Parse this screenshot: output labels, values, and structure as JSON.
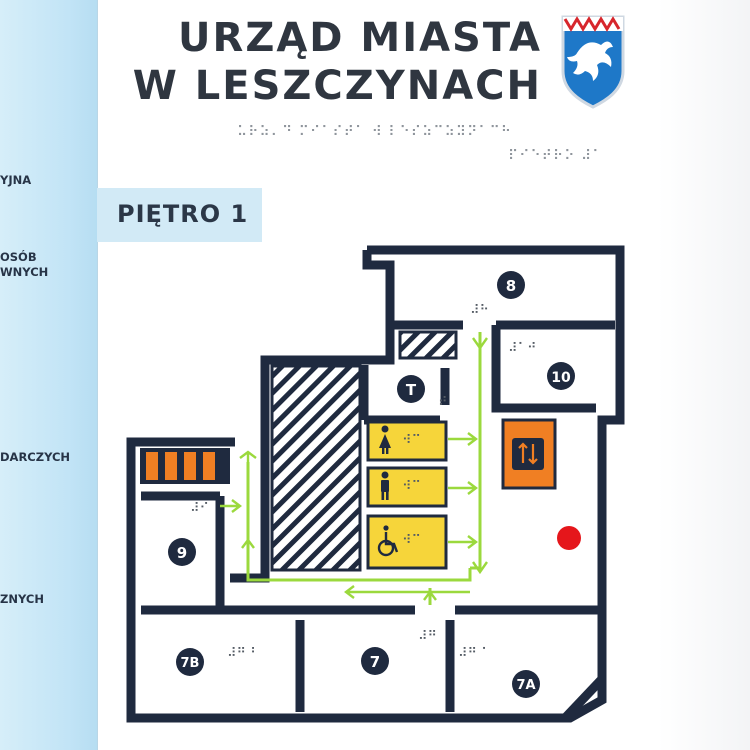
{
  "sidebar": {
    "items": [
      {
        "label": "YJNA"
      },
      {
        "label": "OSÓB\nWNYCH"
      },
      {
        "label": "DARCZYCH"
      },
      {
        "label": "ZNYCH"
      }
    ]
  },
  "header": {
    "title": "URZĄD MIASTA\nW LESZCZYNACH",
    "braille_line1": "⠥⠗⠵⠄⠙ ⠍⠊⠁⠎⠞⠁ ⠺ ⠇⠑⠎⠵⠉⠵⠽⠝⠁⠉⠓",
    "braille_line2": "⠏⠊⠑⠞⠗⠕ ⠼⠁"
  },
  "floor": {
    "label": "PIĘTRO 1"
  },
  "rooms": {
    "r8": "8",
    "r10": "10",
    "rT": "T",
    "r9": "9",
    "r7B": "7B",
    "r7": "7",
    "r7A": "7A"
  },
  "braille_marks": {
    "b8": "⠼⠓",
    "b10": "⠼⠁⠚",
    "bT": "⠞",
    "bwc1": "⠺⠉",
    "bwc2": "⠺⠉",
    "bwc3": "⠺⠉",
    "b9": "⠼⠊",
    "b7B": "⠼⠛ ⠃",
    "b7": "⠼⠛",
    "b7A": "⠼⠛ ⠁"
  },
  "icons": {
    "women": "women-toilet-icon",
    "men": "men-toilet-icon",
    "accessible": "accessible-toilet-icon",
    "elevator": "elevator-icon",
    "crest": "city-crest-icon"
  },
  "colors": {
    "wall": "#1f2a3f",
    "route": "#9bd93d",
    "toilet": "#f6d53a",
    "elevator": "#f07f23",
    "stairs": "#f07f23",
    "you_are_here": "#e5161b",
    "badge": "#1f2a3f"
  }
}
